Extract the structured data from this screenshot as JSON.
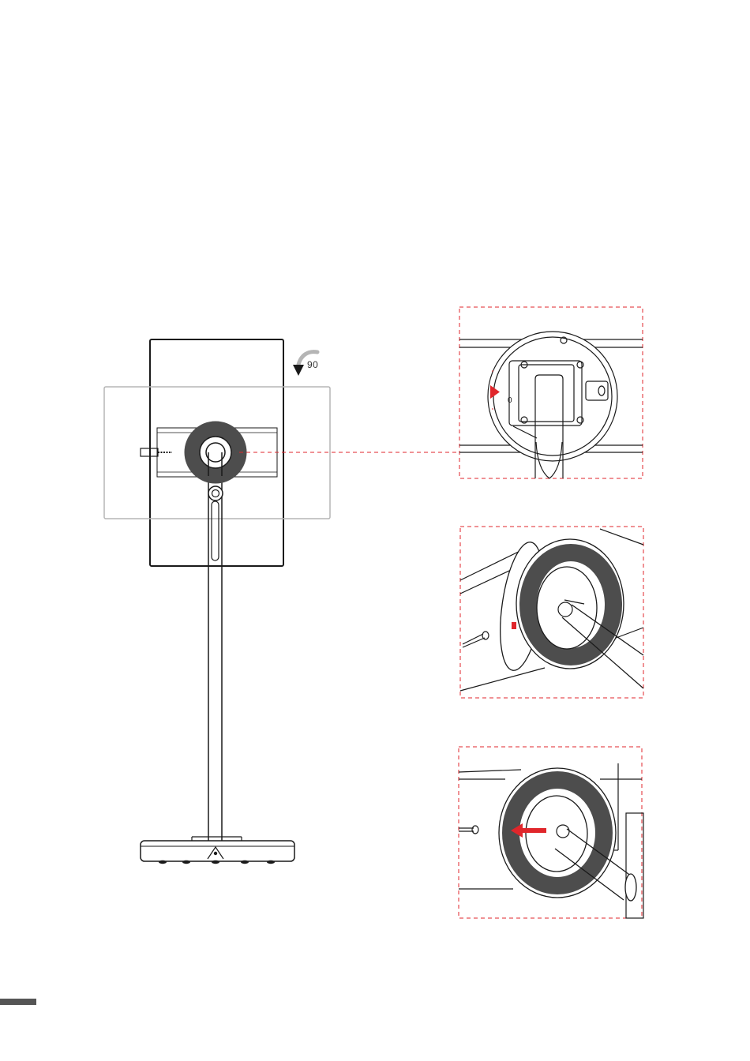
{
  "rotation": {
    "value": "90"
  },
  "figures": {
    "main": "monitor-on-stand-rear-view",
    "detail_1": "rotation-lock-detail",
    "detail_2": "pin-insert-perspective",
    "detail_3": "pin-insert-direction"
  },
  "colors": {
    "line": "#1a1a1a",
    "ring": "#4d4d4d",
    "ghost": "#b5b5b5",
    "accent": "#e0262b"
  }
}
